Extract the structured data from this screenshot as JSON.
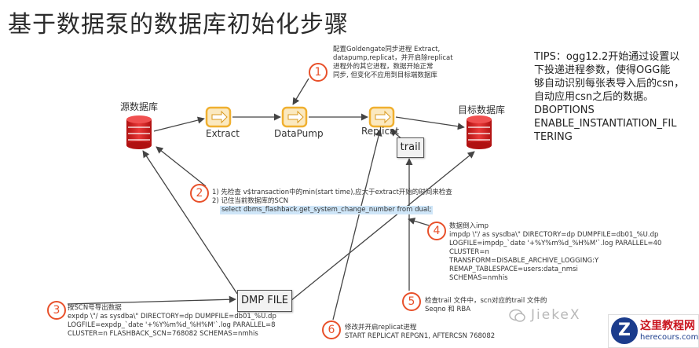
{
  "title": "基于数据泵的数据库初始化步骤",
  "nodes": {
    "source_db": "源数据库",
    "target_db": "目标数据库",
    "extract": "Extract",
    "datapump": "DataPump",
    "replicat": "Replicat",
    "trail": "trail",
    "dmp_file": "DMP FILE"
  },
  "tips": [
    "TIPS：ogg12.2开始通过设置以",
    "下投递进程参数，使得OGG能",
    "够自动识别每张表导入后的csn，",
    "自动应用csn之后的数据。",
    "DBOPTIONS",
    "ENABLE_INSTANTIATION_FIL",
    "TERING"
  ],
  "steps": {
    "s1": {
      "num": "1",
      "lines": [
        "配置Goldengate同步进程 Extract,",
        "datapump,replicat，并开启除replicat",
        "进程外的其它进程，数据开始正常",
        "同步, 但变化不应用到目标端数据库"
      ]
    },
    "s2": {
      "num": "2",
      "lines": [
        "1) 先检查 v$transaction中的min(start time),应大于extract开始的时间来检查",
        "2) 记住当前数据库的SCN"
      ],
      "sql": "select dbms_flashback.get_system_change_number from dual;"
    },
    "s3": {
      "num": "3",
      "lines": [
        "按SCN号导出数据",
        "expdp  \\\"/ as sysdba\\\"  DIRECTORY=dp DUMPFILE=db01_%U.dp",
        "LOGFILE=expdp_`date '+%Y%m%d_%H%M'`.log PARALLEL=8",
        " CLUSTER=n FLASHBACK_SCN=768082 SCHEMAS=nmhis"
      ]
    },
    "s4": {
      "num": "4",
      "lines": [
        "数据倒入imp",
        "impdp \\\"/ as sysdba\\\" DIRECTORY=dp DUMPFILE=db01_%U.dp",
        "LOGFILE=impdp_`date '+%Y%m%d_%H%M'`.log PARALLEL=40",
        "CLUSTER=n",
        "TRANSFORM=DISABLE_ARCHIVE_LOGGING:Y",
        "REMAP_TABLESPACE=users:data_nmsi",
        "SCHEMAS=nmhis"
      ]
    },
    "s5": {
      "num": "5",
      "lines": [
        "检查trail 文件中，scn对应的trail 文件的",
        "Seqno 和 RBA"
      ]
    },
    "s6": {
      "num": "6",
      "lines": [
        "修改并开启replicat进程",
        "START REPLICAT REPGN1, AFTERCSN 768082"
      ]
    }
  },
  "watermark": "JiekeX",
  "logo": {
    "letter": "Z",
    "line1": "这里教程网",
    "line2": "herecours.com"
  },
  "colors": {
    "accent": "#e8502a",
    "db_red": "#d22020",
    "process_gold": "#f0b030",
    "arrow": "#444444"
  }
}
